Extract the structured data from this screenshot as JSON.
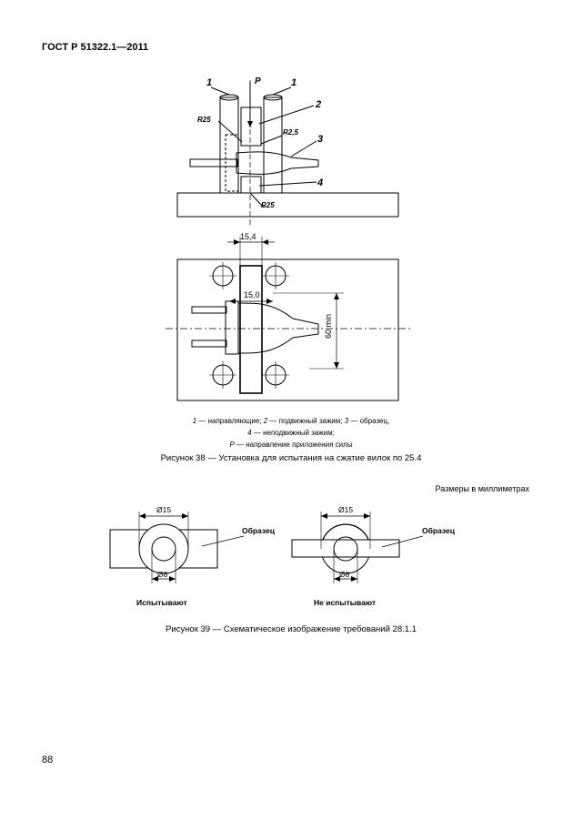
{
  "header": {
    "standard": "ГОСТ Р 51322.1—2011"
  },
  "figure38": {
    "callouts": {
      "guides": "1",
      "guides_right": "1",
      "movable_clamp": "2",
      "sample": "3",
      "fixed_clamp": "4",
      "force": "P"
    },
    "radii": {
      "r25_top": "R25",
      "r2_5": "R2,5",
      "r25_bottom": "R25"
    },
    "dims": {
      "width_15_4": "15,4",
      "width_15_0": "15,0",
      "min_60": "60 min"
    },
    "legend": {
      "line1_a": "1",
      "line1_b": " — направляющие; ",
      "line1_c": "2",
      "line1_d": " — подвижный зажим; ",
      "line1_e": "3",
      "line1_f": " — образец,",
      "line2_a": "4",
      "line2_b": " — неподвижный зажим;",
      "line3_a": "P",
      "line3_b": " — направление приложения силы"
    },
    "caption": "Рисунок 38 — Установка для испытания на сжатие вилок по 25.4"
  },
  "dimensions_note": "Размеры в миллиметрах",
  "figure39": {
    "left": {
      "outer_dia": "Ø15",
      "inner_dia": "Ø8",
      "label": "Образец",
      "status": "Испытывают"
    },
    "right": {
      "outer_dia": "Ø15",
      "inner_dia": "Ø8",
      "label": "Образец",
      "status": "Не испытывают"
    },
    "caption": "Рисунок 39 — Схематическое изображение требований 28.1.1"
  },
  "page_number": "88"
}
